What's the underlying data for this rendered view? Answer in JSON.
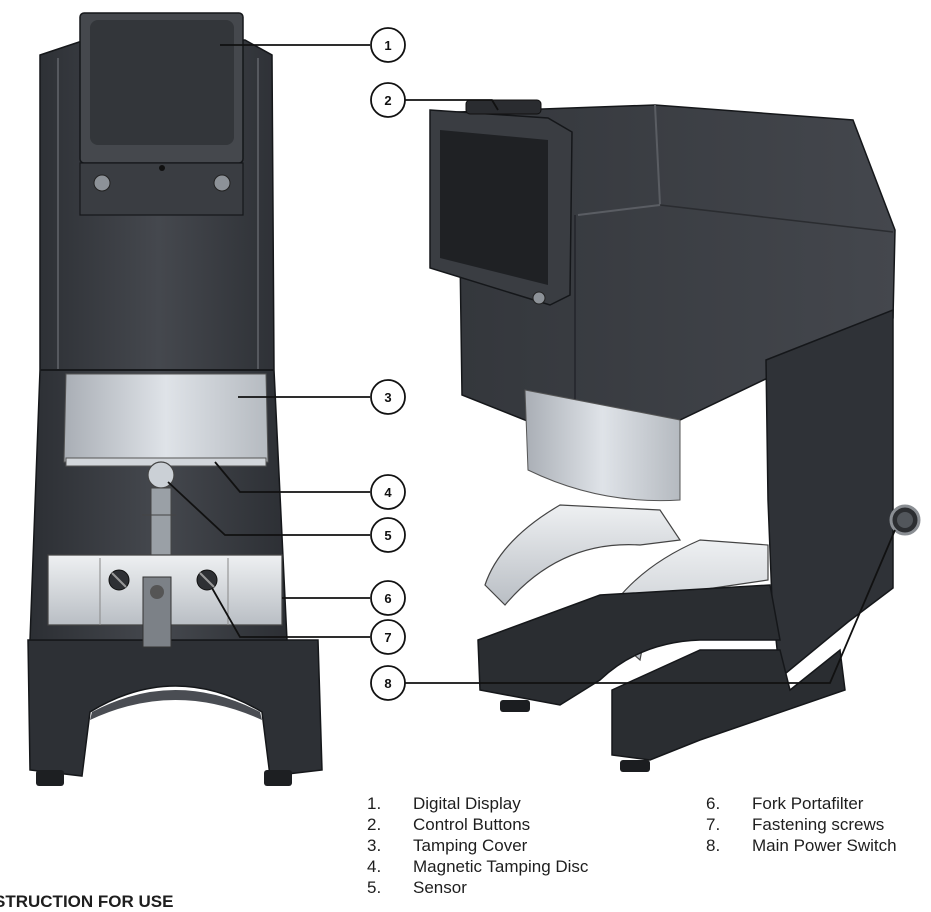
{
  "callouts": [
    "1",
    "2",
    "3",
    "4",
    "5",
    "6",
    "7",
    "8"
  ],
  "legend": [
    {
      "num": "1.",
      "label": "Digital Display"
    },
    {
      "num": "2.",
      "label": "Control Buttons"
    },
    {
      "num": "3.",
      "label": "Tamping Cover"
    },
    {
      "num": "4.",
      "label": "Magnetic Tamping Disc"
    },
    {
      "num": "5.",
      "label": "Sensor"
    },
    {
      "num": "6.",
      "label": "Fork Portafilter"
    },
    {
      "num": "7.",
      "label": "Fastening screws"
    },
    {
      "num": "8.",
      "label": "Main Power Switch"
    }
  ],
  "section_heading": "STRUCTION FOR USE",
  "colors": {
    "body": "#3a3d42",
    "body_dark": "#2b2e33",
    "cover": "#c9ced4",
    "fork": "#d9dde1",
    "line": "#111111"
  }
}
